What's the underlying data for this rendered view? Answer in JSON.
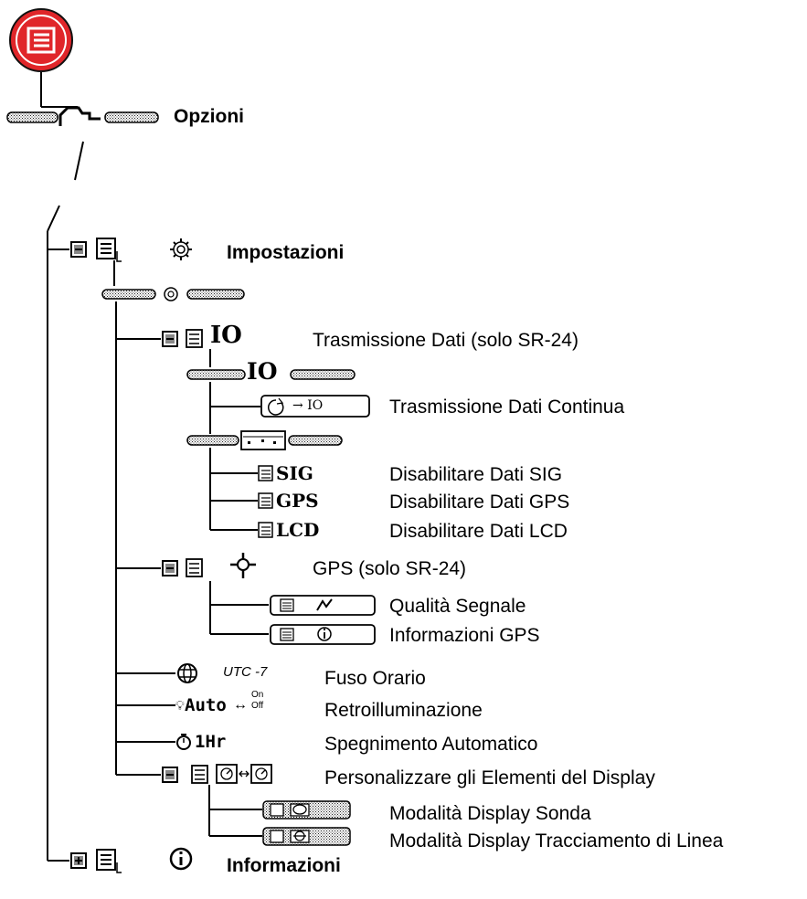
{
  "menu": {
    "root_label": "Opzioni",
    "settings": {
      "label": "Impostazioni",
      "data_transmission": {
        "label": "Trasmissione Dati (solo SR-24)",
        "io_code": "IO",
        "continuous_code": "→ IO",
        "continuous_label": "Trasmissione Dati Continua",
        "items": [
          {
            "code": "SIG",
            "label": "Disabilitare Dati SIG"
          },
          {
            "code": "GPS",
            "label": "Disabilitare Dati GPS"
          },
          {
            "code": "LCD",
            "label": "Disabilitare Dati LCD"
          }
        ]
      },
      "gps": {
        "label": "GPS (solo SR-24)",
        "items": [
          {
            "label": "Qualità Segnale"
          },
          {
            "label": "Informazioni GPS"
          }
        ]
      },
      "timezone": {
        "value": "UTC -7",
        "label": "Fuso Orario"
      },
      "backlight": {
        "value": "Auto",
        "on": "On",
        "off": "Off",
        "label": "Retroilluminazione"
      },
      "autooff": {
        "value": "1Hr",
        "label": "Spegnimento Automatico"
      },
      "display": {
        "label": "Personalizzare gli Elementi del Display",
        "items": [
          {
            "label": "Modalità Display Sonda"
          },
          {
            "label": "Modalità Display Tracciamento di Linea"
          }
        ]
      }
    },
    "info": {
      "label": "Informazioni"
    }
  }
}
